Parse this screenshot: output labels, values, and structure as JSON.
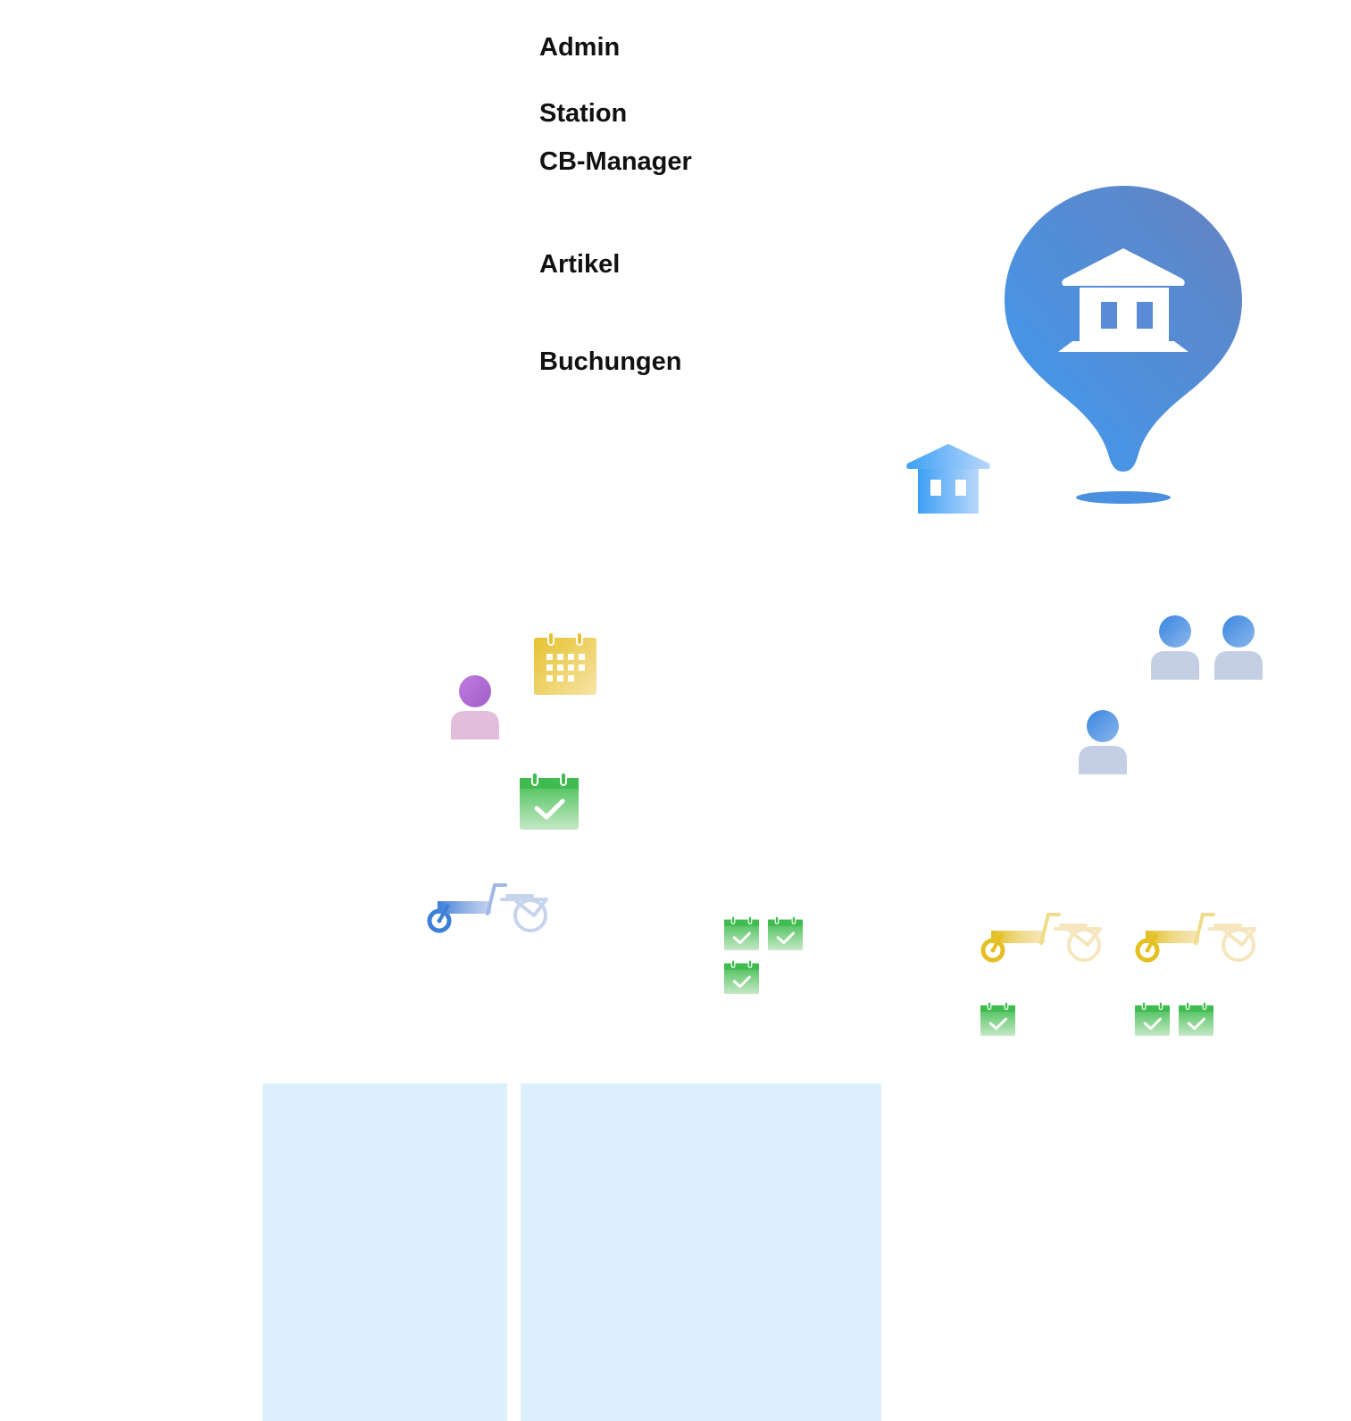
{
  "labels": {
    "admin": "Admin",
    "station": "Station",
    "cb_manager": "CB-Manager",
    "artikel": "Artikel",
    "buchungen": "Buchungen"
  },
  "colors": {
    "pin_blue": "#4a8fe0",
    "station_blue": "#4aa0f0",
    "person_purple": "#b870d8",
    "person_blue": "#4a8fe0",
    "calendar_yellow": "#e8c93a",
    "calendar_green": "#4cc15a",
    "bike_blue": "#4a7fd8",
    "bike_yellow": "#e6c22a",
    "panel_bg": "#dcf0fd"
  },
  "icons": [
    "map-pin-station-icon",
    "station-house-icon",
    "person-purple-icon",
    "calendar-yellow-icon",
    "calendar-check-green-icon",
    "cargo-bike-blue-icon",
    "person-blue-icon",
    "cargo-bike-yellow-icon"
  ]
}
